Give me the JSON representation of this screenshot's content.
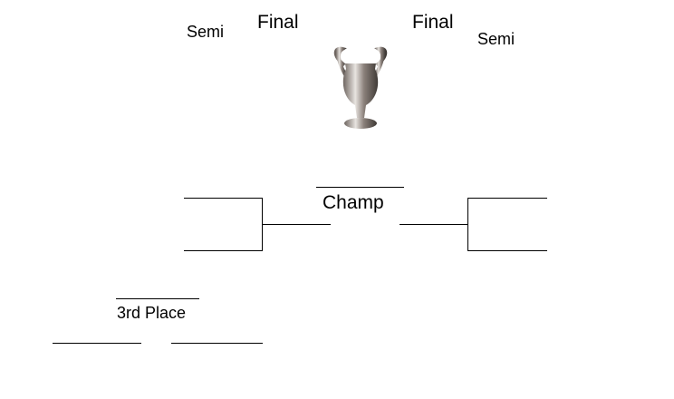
{
  "labels": {
    "semi_left": "Semi",
    "final_left": "Final",
    "final_right": "Final",
    "semi_right": "Semi",
    "champ": "Champ",
    "third_place": "3rd Place"
  },
  "colors": {
    "line": "#000000",
    "trophy": "#b8b2ae"
  }
}
